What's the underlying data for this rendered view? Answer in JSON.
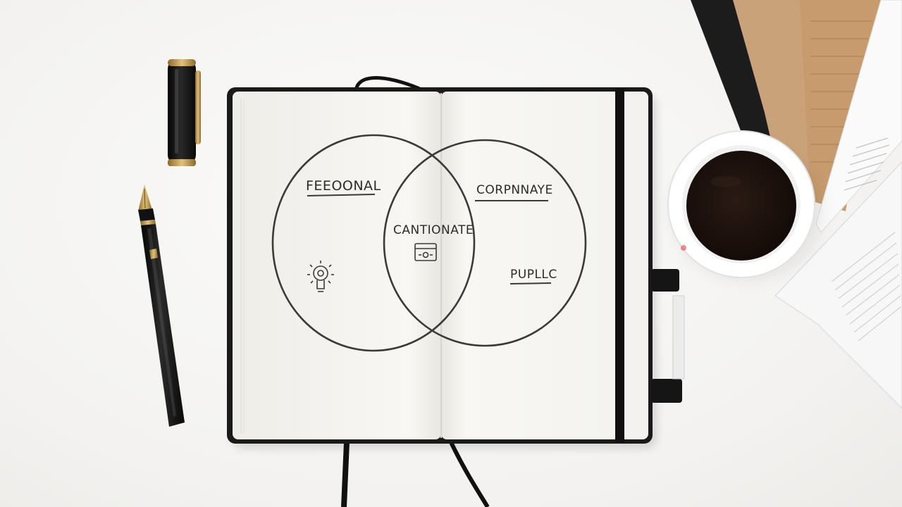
{
  "notebook": {
    "venn": {
      "left_label": "FEEOONAL",
      "right_label": "CORPNNAYE",
      "center_label": "CANTIONATE",
      "bottom_right_label": "PUPLLC"
    }
  },
  "colors": {
    "background": "#f4f3f1",
    "notebook_cover": "#1a1a1a",
    "page": "#f7f6f2",
    "ink": "#2b2b2b",
    "coffee": "#1f1410",
    "kraft_paper": "#c9a27a"
  }
}
